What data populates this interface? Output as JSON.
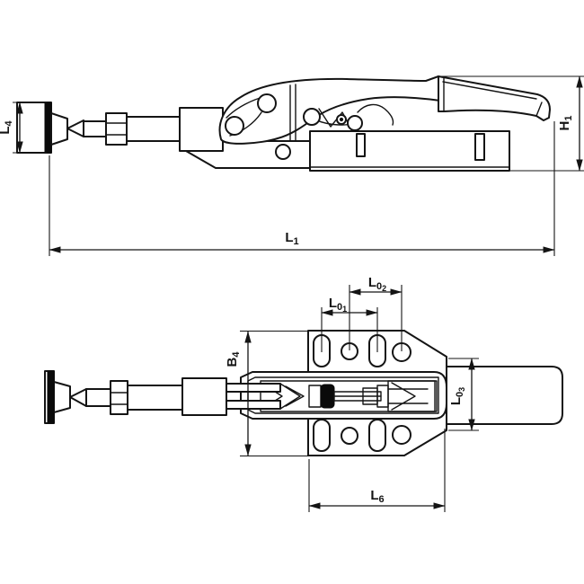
{
  "colors": {
    "line": "#141414",
    "background": "#ffffff",
    "dark_fill": "#0a0a0a"
  },
  "dims": {
    "L4": {
      "base": "L",
      "sub": "4"
    },
    "H1": {
      "base": "H",
      "sub": "1"
    },
    "L1": {
      "base": "L",
      "sub": "1"
    },
    "L01": {
      "base": "L",
      "sub": "0",
      "subsub": "1"
    },
    "L02": {
      "base": "L",
      "sub": "0",
      "subsub": "2"
    },
    "B4": {
      "base": "B",
      "sub": "4"
    },
    "L03": {
      "base": "L",
      "sub": "0",
      "subsub": "3"
    },
    "L6": {
      "base": "L",
      "sub": "6"
    }
  }
}
